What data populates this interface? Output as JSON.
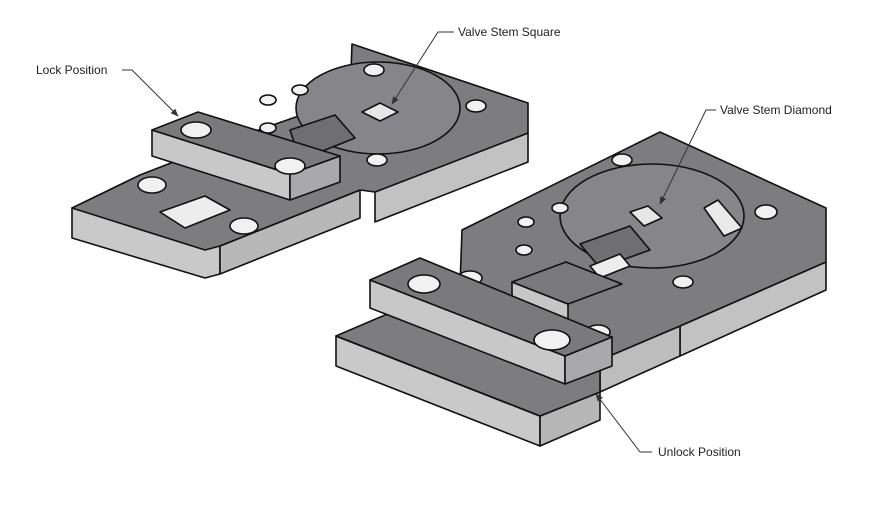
{
  "callouts": {
    "lock_position": "Lock Position",
    "valve_stem_square": "Valve Stem Square",
    "valve_stem_diamond": "Valve Stem Diamond",
    "unlock_position": "Unlock Position"
  },
  "colors": {
    "face": "#7d7d80",
    "side": "#c9c9c9",
    "side_dark": "#9a9a9c",
    "edge": "#111111",
    "hole": "#f1f1f1",
    "leader": "#333333"
  }
}
